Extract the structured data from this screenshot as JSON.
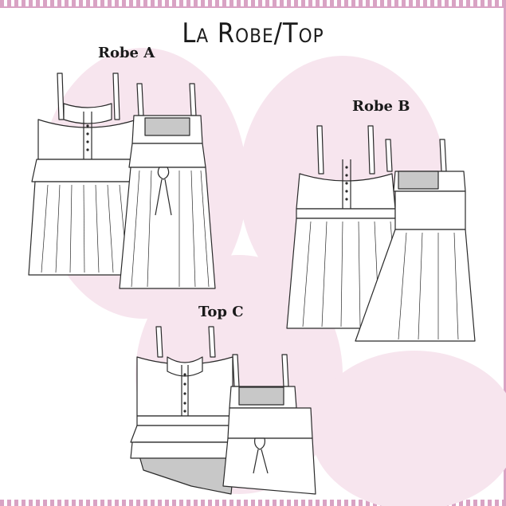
{
  "title": "La Robe/Top",
  "labels": {
    "robe_a": "Robe A",
    "robe_b": "Robe B",
    "top_c": "Top C"
  },
  "colors": {
    "accent_pink": "#d9a3c4",
    "blob_pink": "#f7e4ec",
    "lining_gray": "#c8c8c8",
    "line": "#2a2a2a"
  }
}
